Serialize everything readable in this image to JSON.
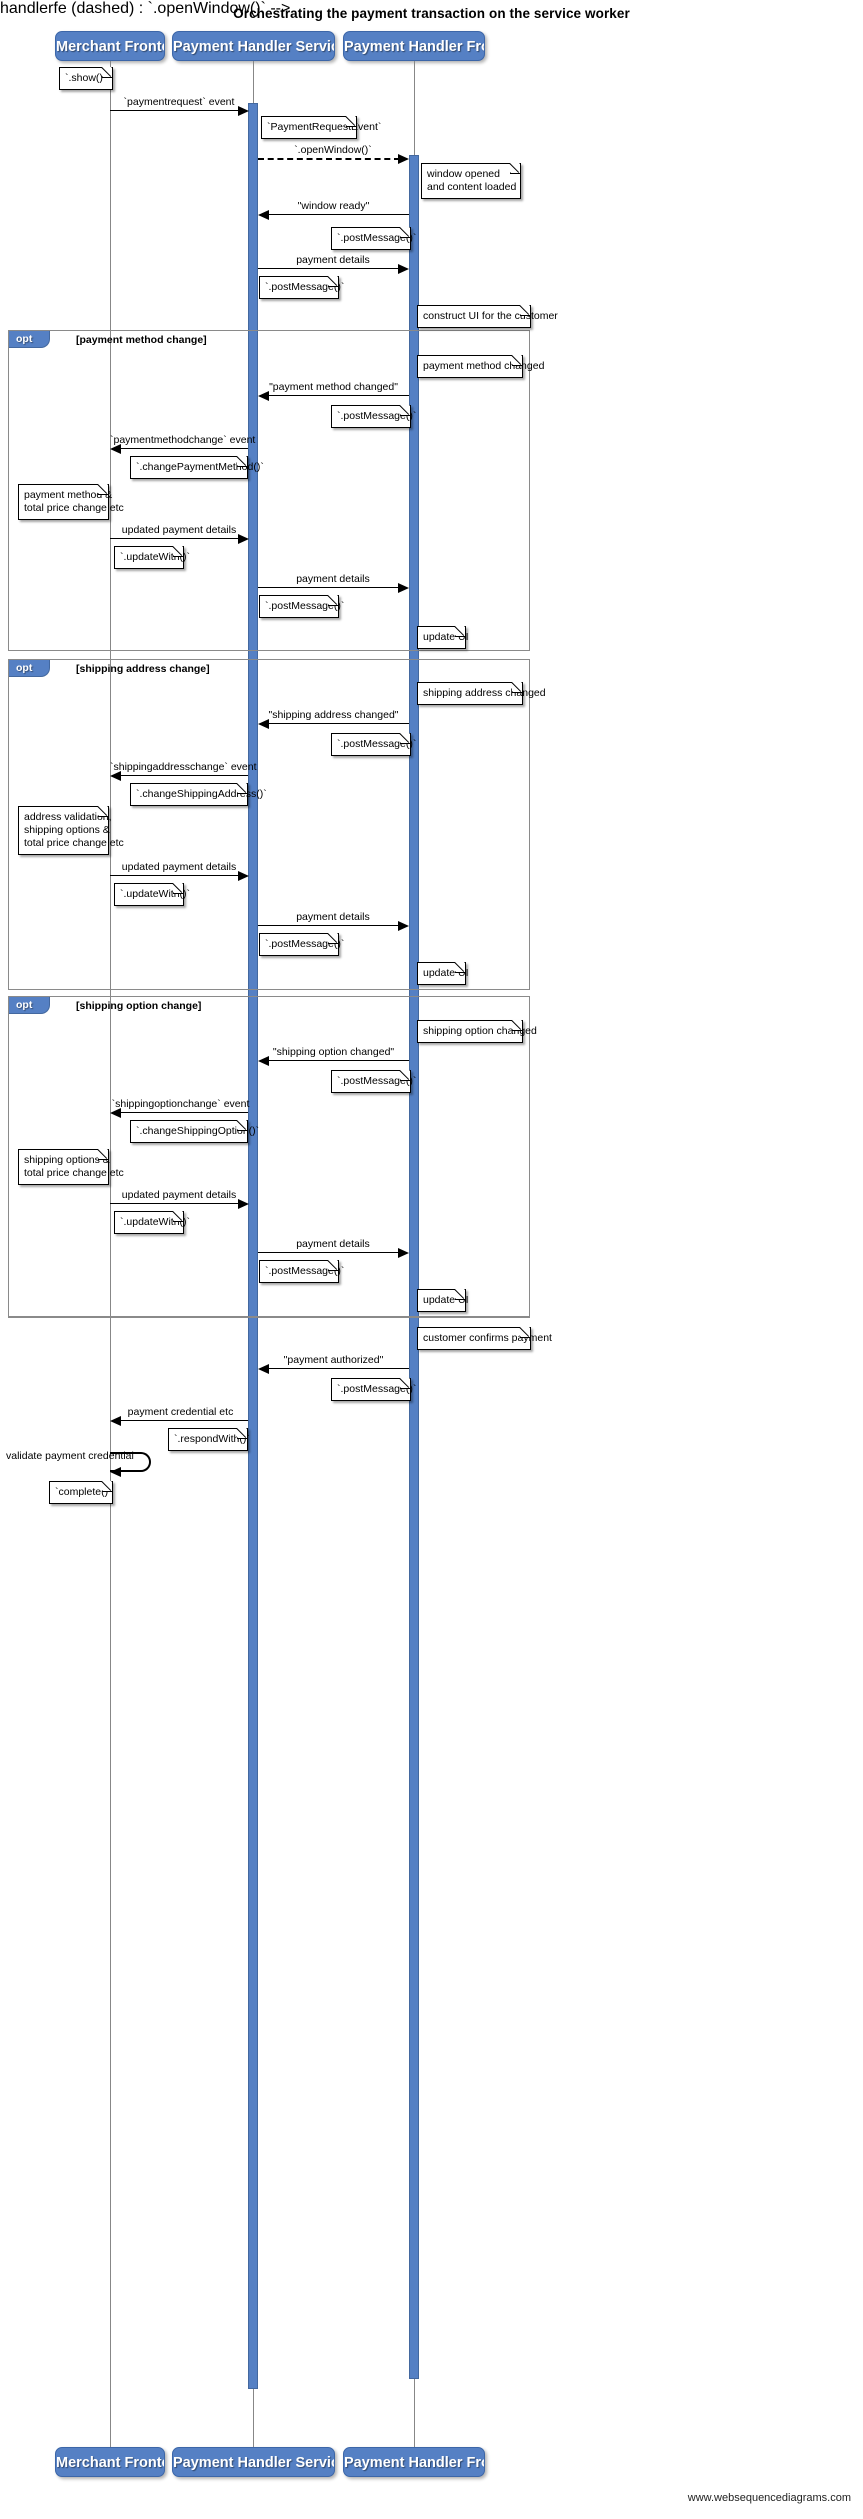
{
  "title": "Orchestrating the payment transaction on the service worker",
  "watermark": "www.websequencediagrams.com",
  "actors": [
    {
      "id": "merchant",
      "label": "Merchant Frontend"
    },
    {
      "id": "sw",
      "label": "Payment Handler Service Worker"
    },
    {
      "id": "handlerfe",
      "label": "Payment Handler Frontend"
    }
  ],
  "fragments": [
    {
      "id": "opt1",
      "tab": "opt",
      "condition": "[payment method change]"
    },
    {
      "id": "opt2",
      "tab": "opt",
      "condition": "[shipping address change]"
    },
    {
      "id": "opt3",
      "tab": "opt",
      "condition": "[shipping option change]"
    }
  ],
  "messages": [
    {
      "id": "m1",
      "label": "`paymentrequest` event"
    },
    {
      "id": "m2",
      "label": "`.openWindow()`"
    },
    {
      "id": "m3",
      "label": "\"window ready\""
    },
    {
      "id": "m4",
      "label": "payment details"
    },
    {
      "id": "m5",
      "label": "\"payment method changed\""
    },
    {
      "id": "m6",
      "label": "`paymentmethodchange` event"
    },
    {
      "id": "m7",
      "label": "updated payment details"
    },
    {
      "id": "m8",
      "label": "payment details"
    },
    {
      "id": "m9",
      "label": "\"shipping address changed\""
    },
    {
      "id": "m10",
      "label": "`shippingaddresschange` event"
    },
    {
      "id": "m11",
      "label": "updated payment details"
    },
    {
      "id": "m12",
      "label": "payment details"
    },
    {
      "id": "m13",
      "label": "\"shipping option changed\""
    },
    {
      "id": "m14",
      "label": "`shippingoptionchange` event"
    },
    {
      "id": "m15",
      "label": "updated payment details"
    },
    {
      "id": "m16",
      "label": "payment details"
    },
    {
      "id": "m17",
      "label": "\"payment authorized\""
    },
    {
      "id": "m18",
      "label": "payment credential etc"
    },
    {
      "id": "m19",
      "label": "validate payment credential"
    }
  ],
  "notes": [
    {
      "id": "n1",
      "text": "`.show()`"
    },
    {
      "id": "n2",
      "text": "`PaymentRequestEvent`"
    },
    {
      "id": "n3",
      "text": "window opened\nand content loaded"
    },
    {
      "id": "n4",
      "text": "`.postMessage()`"
    },
    {
      "id": "n5",
      "text": "`.postMessage()`"
    },
    {
      "id": "n6",
      "text": "construct UI for the customer"
    },
    {
      "id": "n7",
      "text": "payment method changed"
    },
    {
      "id": "n8",
      "text": "`.postMessage()`"
    },
    {
      "id": "n9",
      "text": "`.changePaymentMethod()`"
    },
    {
      "id": "n10",
      "text": "payment method &\ntotal price change etc"
    },
    {
      "id": "n11",
      "text": "`.updateWith()`"
    },
    {
      "id": "n12",
      "text": "`.postMessage()`"
    },
    {
      "id": "n13",
      "text": "update UI"
    },
    {
      "id": "n14",
      "text": "shipping address changed"
    },
    {
      "id": "n15",
      "text": "`.postMessage()`"
    },
    {
      "id": "n16",
      "text": "`.changeShippingAddress()`"
    },
    {
      "id": "n17",
      "text": "address validation,\nshipping options &\ntotal price change etc"
    },
    {
      "id": "n18",
      "text": "`.updateWith()`"
    },
    {
      "id": "n19",
      "text": "`.postMessage()`"
    },
    {
      "id": "n20",
      "text": "update UI"
    },
    {
      "id": "n21",
      "text": "shipping option changed"
    },
    {
      "id": "n22",
      "text": "`.postMessage()`"
    },
    {
      "id": "n23",
      "text": "`.changeShippingOption()`"
    },
    {
      "id": "n24",
      "text": "shipping options &\ntotal price change etc"
    },
    {
      "id": "n25",
      "text": "`.updateWith()`"
    },
    {
      "id": "n26",
      "text": "`.postMessage()`"
    },
    {
      "id": "n27",
      "text": "update UI"
    },
    {
      "id": "n28",
      "text": "customer confirms payment"
    },
    {
      "id": "n29",
      "text": "`.postMessage()`"
    },
    {
      "id": "n30",
      "text": "`.respondWith()`"
    },
    {
      "id": "n31",
      "text": "`complete()`"
    }
  ],
  "colors": {
    "actor_fill": "#5580c4",
    "actor_text": "#ffffff",
    "lifeline": "#878787",
    "fragment_border": "#8a8a8a",
    "message": "#000000",
    "note_fill": "#ffffff"
  }
}
